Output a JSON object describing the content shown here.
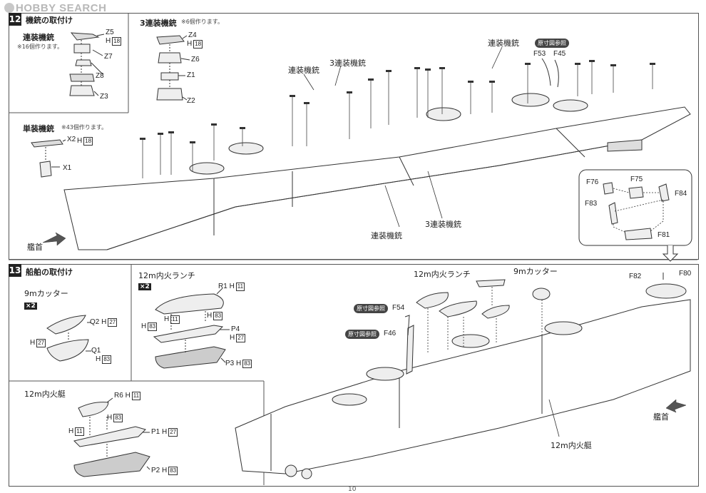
{
  "watermark": "HOBBY SEARCH",
  "step12": {
    "number": "12",
    "title": "機銃の取付け",
    "twin": {
      "title": "連装機銃",
      "note": "※16個作ります。",
      "parts": [
        "Z5",
        "Z7",
        "Z8",
        "Z3"
      ],
      "h": "18"
    },
    "triple": {
      "title": "3連装機銃",
      "note": "※6個作ります。",
      "parts": [
        "Z4",
        "Z6",
        "Z1",
        "Z2"
      ],
      "h": "18"
    },
    "single": {
      "title": "単装機銃",
      "note": "※43個作ります。",
      "parts": [
        "X2",
        "X1"
      ],
      "h": "18"
    },
    "ship_labels": [
      "連装機銃",
      "3連装機銃",
      "連装機銃",
      "3連装機銃",
      "連装機銃"
    ],
    "ref_label": "原寸図参照",
    "parts": [
      "F53",
      "F45"
    ],
    "bow_label": "艦首",
    "inset": {
      "parts": [
        "F76",
        "F75",
        "F84",
        "F83",
        "F81"
      ]
    }
  },
  "step13": {
    "number": "13",
    "title": "船舶の取付け",
    "cutter": {
      "title": "9mカッター",
      "count": "2",
      "parts": [
        "Q2",
        "Q1"
      ],
      "h": [
        "27",
        "27",
        "83"
      ]
    },
    "launch": {
      "title": "12m内火ランチ",
      "count": "2",
      "parts": [
        "R1",
        "P4",
        "P3"
      ],
      "h": [
        "11",
        "11",
        "83",
        "83",
        "27",
        "83"
      ]
    },
    "boat": {
      "title": "12m内火艇",
      "parts": [
        "R6",
        "P1",
        "P2"
      ],
      "h": [
        "11",
        "83",
        "11",
        "27",
        "83"
      ]
    },
    "ship_labels": [
      "12m内火ランチ",
      "9mカッター",
      "12m内火艇"
    ],
    "ref_label": "原寸図参照",
    "parts": [
      "F54",
      "F46",
      "F82",
      "F80"
    ],
    "bow_label": "艦首"
  },
  "page_number": "10"
}
